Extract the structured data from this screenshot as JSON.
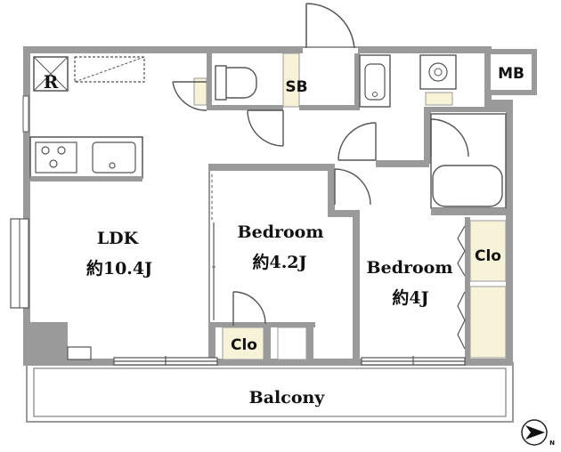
{
  "rooms": {
    "ldk": {
      "label": "LDK",
      "area": "約10.4J"
    },
    "bedroom1": {
      "label": "Bedroom",
      "area": "約4.2J"
    },
    "bedroom2": {
      "label": "Bedroom",
      "area": "約4J"
    },
    "balcony": {
      "label": "Balcony"
    }
  },
  "fixtures": {
    "refrigerator": "R",
    "shoe_box": "SB",
    "meter_box": "MB",
    "closet_bedroom1": "Clo",
    "closet_bedroom2": "Clo"
  },
  "icons": {
    "compass": "north-arrow-icon",
    "compass_mark": "N"
  },
  "colors": {
    "wall": "#9a9a9a",
    "closet_fill": "#f7f3d9",
    "fixture_line": "#555555",
    "background": "#ffffff"
  }
}
